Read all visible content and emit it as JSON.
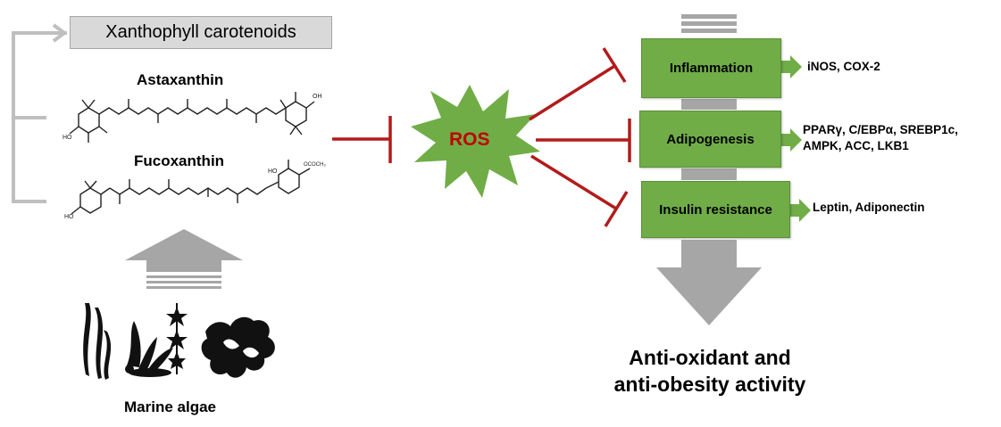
{
  "title": "Xanthophyll carotenoids",
  "compounds": [
    "Astaxanthin",
    "Fucoxanthin"
  ],
  "source_label": "Marine algae",
  "ros_label": "ROS",
  "targets": [
    {
      "label": "Inflammation",
      "markers": [
        "iNOS, COX-2"
      ]
    },
    {
      "label": "Adipogenesis",
      "markers": [
        "PPARγ, C/EBPα, SREBP1c,",
        "AMPK, ACC, LKB1"
      ]
    },
    {
      "label": "Insulin resistance",
      "markers": [
        "Leptin, Adiponectin"
      ]
    }
  ],
  "outcome": [
    "Anti-oxidant and",
    "anti-obesity activity"
  ],
  "colors": {
    "inhibit": "#b31b1b",
    "box": "#70ad47",
    "ros_star": "#70ad47",
    "ros_text": "#c00000",
    "arrow_gray": "#a6a6a6",
    "bracket": "#bfbfbf"
  }
}
